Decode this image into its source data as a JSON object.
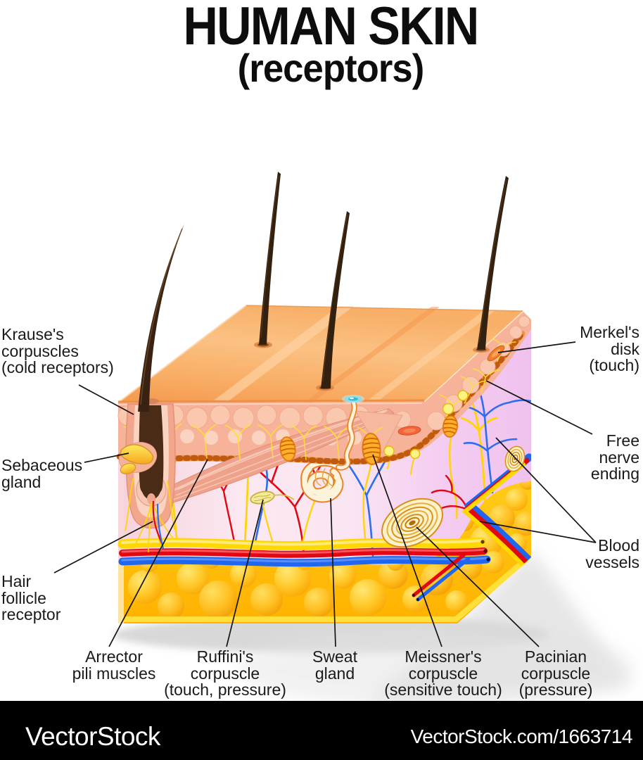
{
  "title": {
    "main": "HUMAN SKIN",
    "sub": "(receptors)"
  },
  "labels": {
    "krause": "Krause's\ncorpuscles\n(cold receptors)",
    "sebaceous": "Sebaceous\ngland",
    "hair_follicle": "Hair\nfollicle\nreceptor",
    "merkel": "Merkel's\ndisk\n(touch)",
    "free_nerve": "Free\nnerve\nending",
    "blood_vessels": "Blood\nvessels",
    "arrector": "Arrector\npili muscles",
    "ruffini": "Ruffini's\ncorpuscle\n(touch, pressure)",
    "sweat": "Sweat\ngland",
    "meissner": "Meissner's\ncorpuscle\n(sensitive touch)",
    "pacinian": "Pacinian\ncorpuscle\n(pressure)"
  },
  "footer": {
    "brand": "VectorStock",
    "url": "VectorStock.com/1663714"
  },
  "colors": {
    "skin_surface": "#f9b26a",
    "epidermis": "#f7b29a",
    "dermis": "#fbe8f1",
    "side_face": "#efc2ee",
    "fat": "#ffb200",
    "nerve_yellow": "#ffd800",
    "artery_red": "#e30613",
    "vein_blue": "#2e6cf0",
    "hair_brown": "#3a2212",
    "label_text": "#1a1a1a",
    "footer_bg": "#000000",
    "footer_text": "#ffffff"
  }
}
